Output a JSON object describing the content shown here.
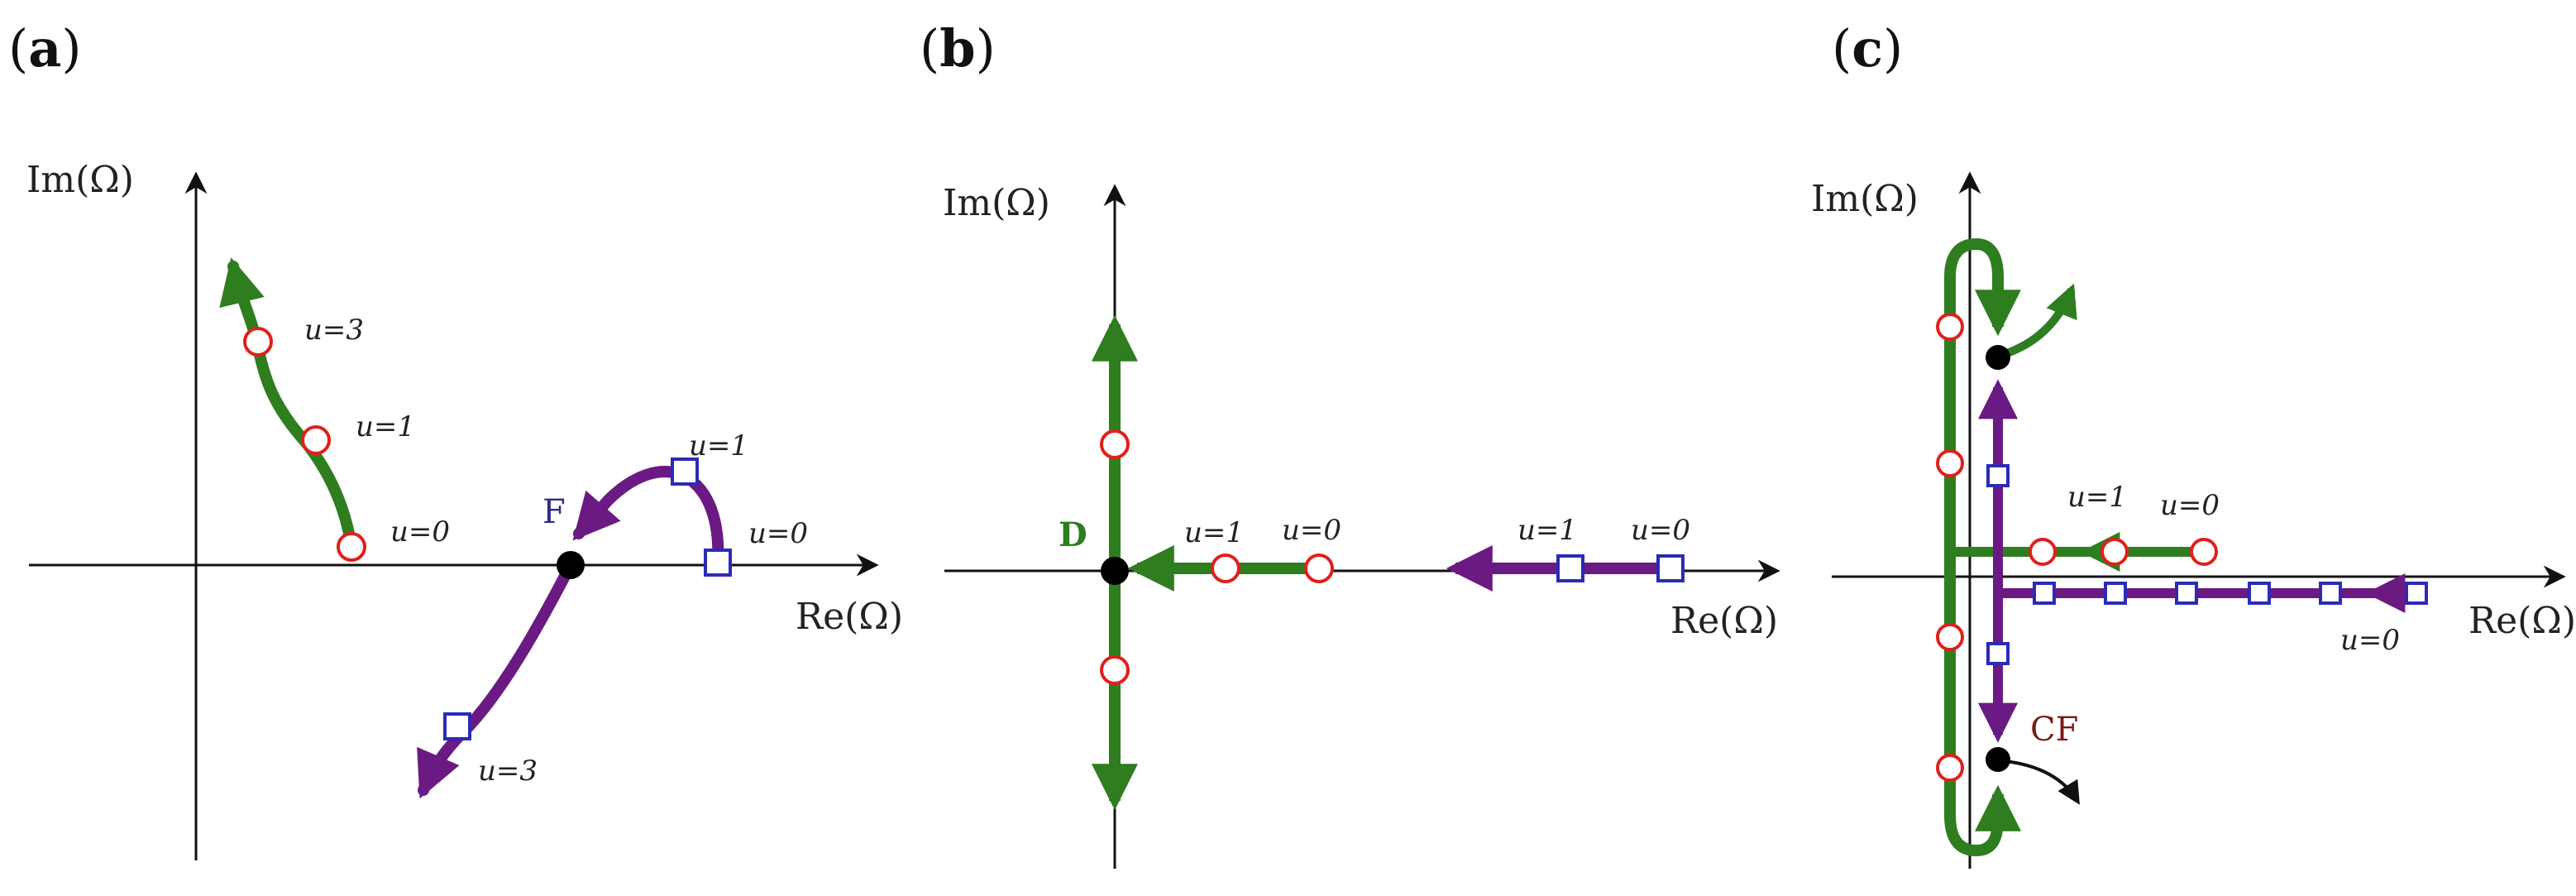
{
  "colors": {
    "green": "#2e7d1f",
    "purple": "#6a1a82",
    "circle_stroke": "#e0201b",
    "square_stroke": "#2b2bb5",
    "axis": "#111111",
    "label_F": "#2a2a8c",
    "label_D": "#2e7d1f",
    "label_CF": "#7a1a1a"
  },
  "panels": {
    "a": {
      "label_open": "(",
      "label_letter": "a",
      "label_close": ")",
      "y_axis_title": "Im(Ω)",
      "x_axis_title": "Re(Ω)",
      "point_label": "F",
      "u_labels": [
        "u=3",
        "u=1",
        "u=0",
        "u=1",
        "u=0",
        "u=3"
      ]
    },
    "b": {
      "label_open": "(",
      "label_letter": "b",
      "label_close": ")",
      "y_axis_title": "Im(Ω)",
      "x_axis_title": "Re(Ω)",
      "point_label": "D",
      "u_labels": [
        "u=1",
        "u=0",
        "u=1",
        "u=0"
      ]
    },
    "c": {
      "label_open": "(",
      "label_letter": "c",
      "label_close": ")",
      "y_axis_title": "Im(Ω)",
      "x_axis_title": "Re(Ω)",
      "point_label": "CF",
      "u_labels": [
        "u=1",
        "u=0",
        "u=0"
      ]
    }
  }
}
